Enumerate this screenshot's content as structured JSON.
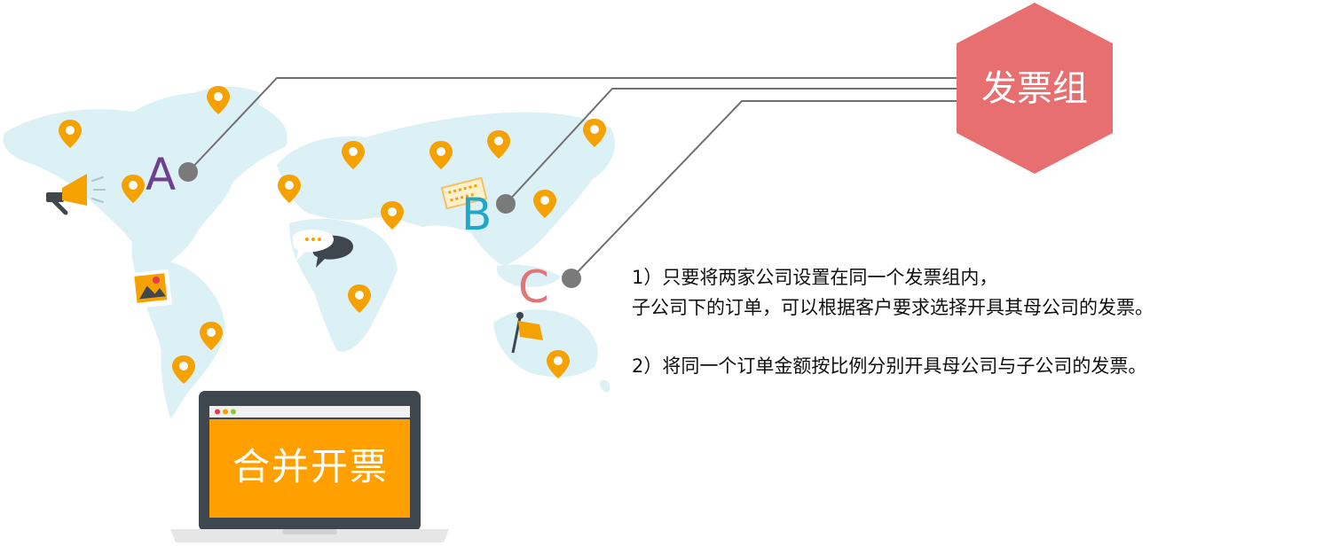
{
  "group_label": "发票组",
  "companies": [
    "A",
    "B",
    "C"
  ],
  "descriptions": {
    "item1_line1": "1）只要将两家公司设置在同一个发票组内，",
    "item1_line2": "子公司下的订单，可以根据客户要求选择开具其母公司的发票。",
    "item2": "2）将同一个订单金额按比例分别开具母公司与子公司的发票。"
  },
  "laptop_title": "合并开票",
  "colors": {
    "hexagon": "#e86f6f",
    "letter_a": "#6e3f8c",
    "letter_b": "#22a7c9",
    "letter_c": "#e27575",
    "map": "#dcf1f5",
    "pin": "#f5a100",
    "screen": "#ff9f00",
    "laptop_frame": "#3d474d"
  },
  "icons": [
    "map-pin-icon",
    "megaphone-icon",
    "photo-icon",
    "chat-bubbles-icon",
    "ticket-icon",
    "flag-icon"
  ]
}
